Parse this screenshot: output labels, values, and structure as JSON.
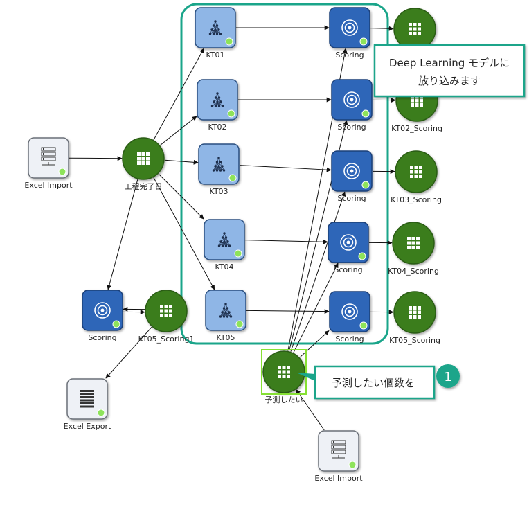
{
  "colors": {
    "frame": "#1aa58a",
    "edge": "#111111",
    "kt_fill": "#8fb6e6",
    "kt_stroke": "#2a4f80",
    "scoring_fill": "#2d66b8",
    "scoring_stroke": "#1b3f78",
    "green_fill": "#3b7d1b",
    "green_stroke": "#2a5c12",
    "io_fill": "#eef1f6",
    "io_stroke": "#6a6f78",
    "status_dot": "#8ee35a",
    "selection": "#86e034",
    "callout_border": "#1aa58a",
    "badge": "#1aa58a"
  },
  "nodes": [
    {
      "id": "excel-import-1",
      "kind": "import",
      "label": "Excel Import",
      "icon": "server-icon"
    },
    {
      "id": "kotei",
      "kind": "green",
      "label": "工程完了日",
      "icon": "grid-icon"
    },
    {
      "id": "kt01",
      "kind": "kt",
      "label": "KT01",
      "icon": "network-icon"
    },
    {
      "id": "kt02",
      "kind": "kt",
      "label": "KT02",
      "icon": "network-icon"
    },
    {
      "id": "kt03",
      "kind": "kt",
      "label": "KT03",
      "icon": "network-icon"
    },
    {
      "id": "kt04",
      "kind": "kt",
      "label": "KT04",
      "icon": "network-icon"
    },
    {
      "id": "kt05",
      "kind": "kt",
      "label": "KT05",
      "icon": "network-icon"
    },
    {
      "id": "sc01",
      "kind": "scoring",
      "label": "Scoring",
      "icon": "target-icon"
    },
    {
      "id": "sc02",
      "kind": "scoring",
      "label": "Scoring",
      "icon": "target-icon"
    },
    {
      "id": "sc03",
      "kind": "scoring",
      "label": "Scoring",
      "icon": "target-icon"
    },
    {
      "id": "sc04",
      "kind": "scoring",
      "label": "Scoring",
      "icon": "target-icon"
    },
    {
      "id": "sc05",
      "kind": "scoring",
      "label": "Scoring",
      "icon": "target-icon"
    },
    {
      "id": "out01",
      "kind": "green",
      "label": "",
      "icon": "grid-icon"
    },
    {
      "id": "out02",
      "kind": "green",
      "label": "KT02_Scoring",
      "icon": "grid-icon"
    },
    {
      "id": "out03",
      "kind": "green",
      "label": "KT03_Scoring",
      "icon": "grid-icon"
    },
    {
      "id": "out04",
      "kind": "green",
      "label": "KT04_Scoring",
      "icon": "grid-icon"
    },
    {
      "id": "out05",
      "kind": "green",
      "label": "KT05_Scoring",
      "icon": "grid-icon"
    },
    {
      "id": "sc-left",
      "kind": "scoring",
      "label": "Scoring",
      "icon": "target-icon"
    },
    {
      "id": "kt05-scoring1",
      "kind": "green",
      "label": "KT05_Scoring1",
      "icon": "grid-icon"
    },
    {
      "id": "excel-export",
      "kind": "export",
      "label": "Excel Export",
      "icon": "table-icon"
    },
    {
      "id": "yosoku",
      "kind": "green",
      "label": "予測したい",
      "icon": "grid-icon",
      "selected": true
    },
    {
      "id": "excel-import-2",
      "kind": "import",
      "label": "Excel Import",
      "icon": "server-icon"
    }
  ],
  "edges": [
    {
      "from": "excel-import-1",
      "to": "kotei"
    },
    {
      "from": "kotei",
      "to": "kt01"
    },
    {
      "from": "kotei",
      "to": "kt02"
    },
    {
      "from": "kotei",
      "to": "kt03"
    },
    {
      "from": "kotei",
      "to": "kt04"
    },
    {
      "from": "kotei",
      "to": "kt05"
    },
    {
      "from": "kotei",
      "to": "sc-left"
    },
    {
      "from": "kt01",
      "to": "sc01"
    },
    {
      "from": "kt02",
      "to": "sc02"
    },
    {
      "from": "kt03",
      "to": "sc03"
    },
    {
      "from": "kt04",
      "to": "sc04"
    },
    {
      "from": "kt05",
      "to": "sc05"
    },
    {
      "from": "sc01",
      "to": "out01"
    },
    {
      "from": "sc02",
      "to": "out02"
    },
    {
      "from": "sc03",
      "to": "out03"
    },
    {
      "from": "sc04",
      "to": "out04"
    },
    {
      "from": "sc05",
      "to": "out05"
    },
    {
      "from": "yosoku",
      "to": "sc01"
    },
    {
      "from": "yosoku",
      "to": "sc02"
    },
    {
      "from": "yosoku",
      "to": "sc03"
    },
    {
      "from": "yosoku",
      "to": "sc04"
    },
    {
      "from": "yosoku",
      "to": "sc05"
    },
    {
      "from": "excel-import-2",
      "to": "yosoku"
    },
    {
      "from": "kt05-scoring1",
      "to": "sc-left"
    },
    {
      "from": "sc-left",
      "to": "kt05-scoring1"
    },
    {
      "from": "kt05-scoring1",
      "to": "excel-export"
    }
  ],
  "callouts": {
    "model": {
      "lines": [
        "Deep Learning モデルに",
        "放り込みます"
      ]
    },
    "predict": {
      "text": "予測したい個数を",
      "badge": "1"
    }
  }
}
